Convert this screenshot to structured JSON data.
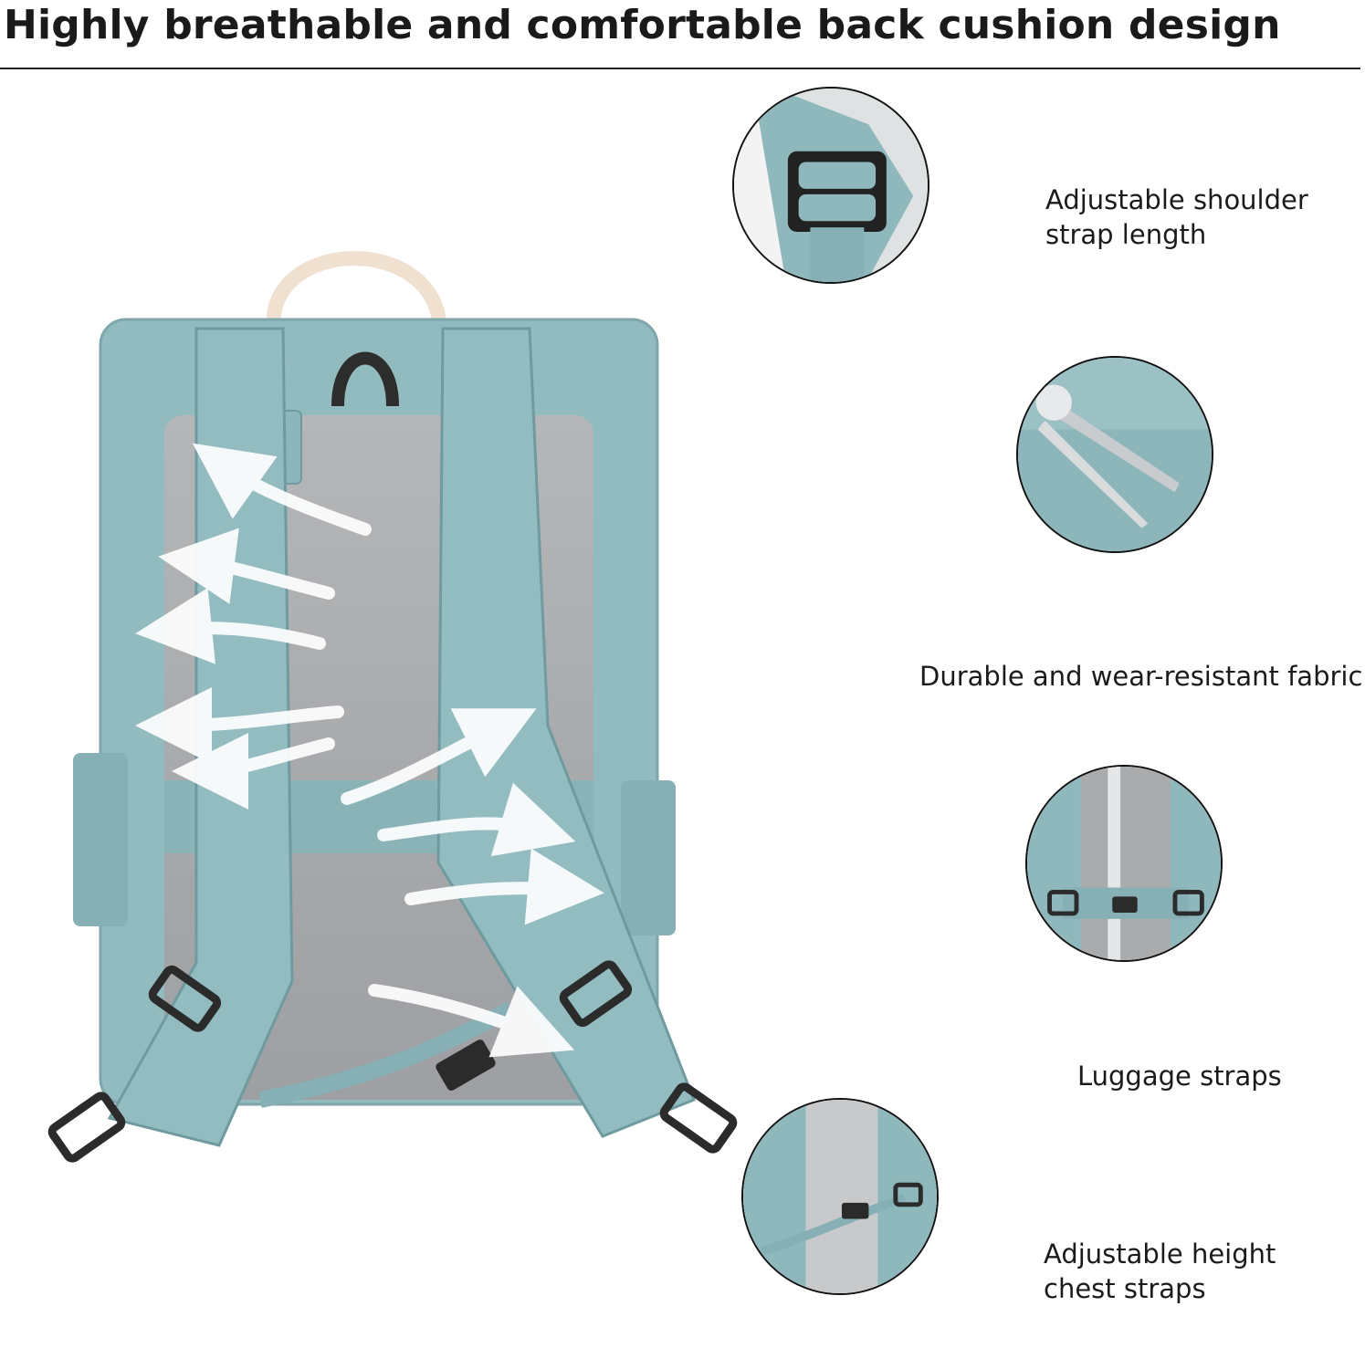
{
  "header": {
    "title": "Highly breathable and comfortable back cushion design"
  },
  "features": [
    {
      "lines": [
        "Adjustable shoulder",
        "strap length"
      ]
    },
    {
      "lines": [
        "Durable and wear-resistant fabric"
      ]
    },
    {
      "lines": [
        "Luggage straps"
      ]
    },
    {
      "lines": [
        "Adjustable height",
        "chest straps"
      ]
    }
  ],
  "colors": {
    "fabric": "#8fb8bd",
    "fabric_dark": "#6f9aa0",
    "mesh": "#a9abad",
    "buckle": "#2b2b2b",
    "airflow": "#ffffff",
    "handle": "#f0e3d4"
  }
}
